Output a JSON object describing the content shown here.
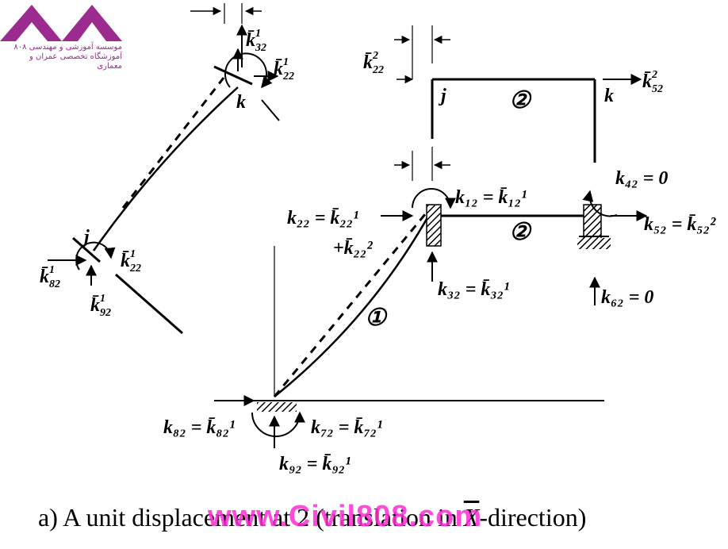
{
  "logo": {
    "line1": "موسسه آموزشی و مهندسی ۸۰۸",
    "line2": "آموزشگاه تخصصی عمران و معماری",
    "color": "#9b2b8f"
  },
  "labels": {
    "k32_top": {
      "main": "k̄",
      "sub": "32",
      "sup": "1"
    },
    "k22_top": {
      "main": "k̄",
      "sub": "22",
      "sup": "1"
    },
    "node_k_left": "k",
    "node_j_left": "j",
    "k82_left": {
      "main": "k̄",
      "sub": "82",
      "sup": "1"
    },
    "k22_left": {
      "main": "k̄",
      "sub": "22",
      "sup": "1"
    },
    "k92_left": {
      "main": "k̄",
      "sub": "92",
      "sup": "1"
    },
    "k22_sq": {
      "main": "k̄",
      "sub": "22",
      "sup": "2"
    },
    "node_j_right": "j",
    "node_k_right": "k",
    "member2_top": "②",
    "k52_top": {
      "main": "k̄",
      "sub": "52",
      "sup": "2"
    },
    "k42": "k₄₂ = 0",
    "k12": "k₁₂ = k̄₁₂¹",
    "k22_sum_line1": "k₂₂ = k̄₂₂¹",
    "k22_sum_line2": "+k̄₂₂²",
    "member2_bottom": "②",
    "k52_eq": "k₅₂ = k̄₅₂²",
    "k32_eq": "k₃₂ = k̄₃₂¹",
    "k62": "k₆₂ = 0",
    "member1": "①",
    "k82_eq": "k₈₂ = k̄₈₂¹",
    "k72_eq": "k₇₂ = k̄₇₂¹",
    "k92_eq": "k₉₂ = k̄₉₂¹"
  },
  "caption": {
    "prefix": "a) A unit displacement at 2 (translation in ",
    "axis": "X",
    "suffix": "-direction)"
  },
  "watermark": "www.Civil808.com"
}
